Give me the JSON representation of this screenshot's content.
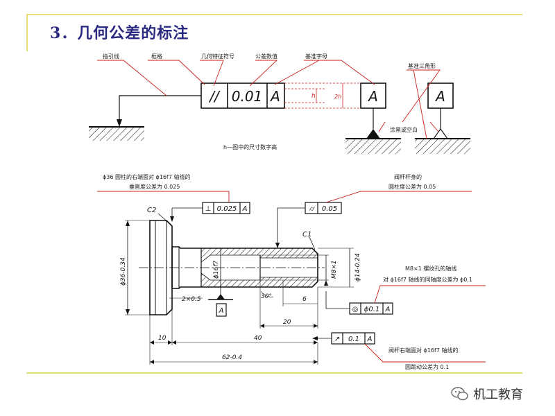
{
  "title": "3．几何公差的标注",
  "watermark": "机工教育",
  "colors": {
    "leader_red": "#cc1e1e",
    "title_blue": "#2a2a80",
    "rule_yellow": "#e6dc78",
    "ink": "#111111"
  },
  "top_labels": {
    "leader_line": "指引线",
    "frame": "框格",
    "char_symbol": "几何特征符号",
    "tol_value": "公差数值",
    "datum_letter": "基准字母",
    "datum_triangle": "基准三角形",
    "fill_note": "涂黑或空白",
    "h_note": "h—图中的尺寸数字高",
    "h": "h",
    "two_h": "2h"
  },
  "top_frame": {
    "symbol": "//",
    "value": "0.01",
    "datum": "A"
  },
  "datum_box_letter": "A",
  "datum_box2_letter": "A",
  "part_frames": {
    "perp": {
      "symbol": "⊥",
      "value": "0.025",
      "datum": "A"
    },
    "cyl": {
      "symbol": "⌭",
      "value": "0.05"
    },
    "coax": {
      "symbol": "◎",
      "value": "ϕ0.1",
      "datum": "A"
    },
    "runout": {
      "symbol": "↗",
      "value": "0.1",
      "datum": "A"
    }
  },
  "part_datum_letter": "A",
  "annotations": {
    "perp_line1": "ϕ36 圆柱的右端面对 ϕ16f7 轴线的",
    "perp_line2": "垂直度公差为 0.025",
    "cyl_line1": "阀杆杆身的",
    "cyl_line2": "圆柱度公差为 0.05",
    "coax_line1": "M8×1 螺纹孔的轴线",
    "coax_line2": "对 ϕ16f7 轴线的同轴度公差为 ϕ0.1",
    "runout_line1": "阀杆右端面对 ϕ16f7 轴线的",
    "runout_line2": "圆跳动公差为 0.1"
  },
  "dimensions": {
    "c2": "C2",
    "c1": "C1",
    "d36": "ϕ36-0.34",
    "d16": "ϕ16f7",
    "m8": "M8×1",
    "d14": "ϕ14-0.24",
    "chamfer_2x05": "2×0.5",
    "angle30": "30°",
    "six": "6",
    "twenty": "20",
    "ten": "10",
    "forty": "40",
    "sixtytwo": "62-0.4"
  }
}
